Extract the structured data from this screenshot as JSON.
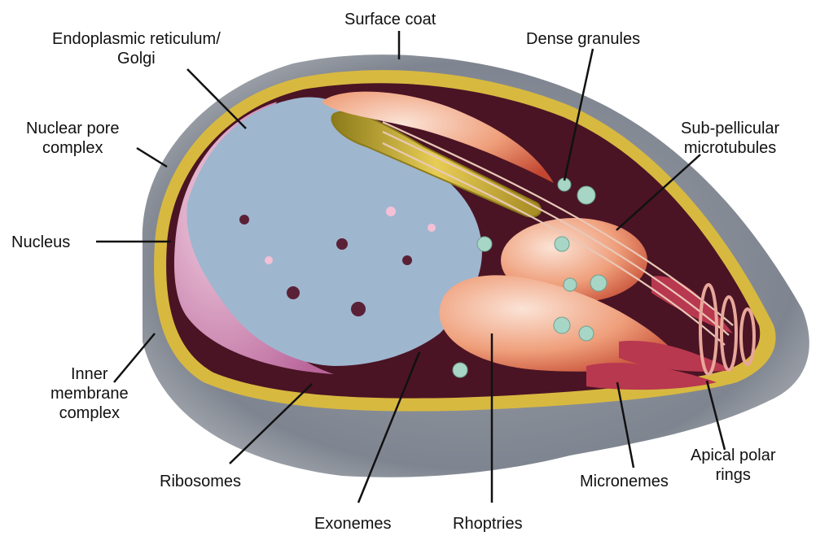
{
  "labels": {
    "surface_coat": "Surface coat",
    "er_golgi": [
      "Endoplasmic reticulum/",
      "Golgi"
    ],
    "dense_granules": "Dense granules",
    "subpellicular": [
      "Sub-pellicular",
      "microtubules"
    ],
    "nuclear_pore": [
      "Nuclear pore",
      "complex"
    ],
    "nucleus": "Nucleus",
    "inner_membrane": [
      "Inner",
      "membrane",
      "complex"
    ],
    "ribosomes": "Ribosomes",
    "exonemes": "Exonemes",
    "rhoptries": "Rhoptries",
    "micronemes": "Micronemes",
    "apical_rings": [
      "Apical polar",
      "rings"
    ]
  },
  "colors": {
    "surface_coat": "#8a8f99",
    "pellicle": "#d8b940",
    "cytoplasm": "#4a1424",
    "nucleus_membrane": "#c37ca6",
    "er_golgi": "#9fb6cf",
    "rhoptry": "#e99872",
    "microneme": "#b8384f",
    "granule": "#a7d6c6"
  }
}
